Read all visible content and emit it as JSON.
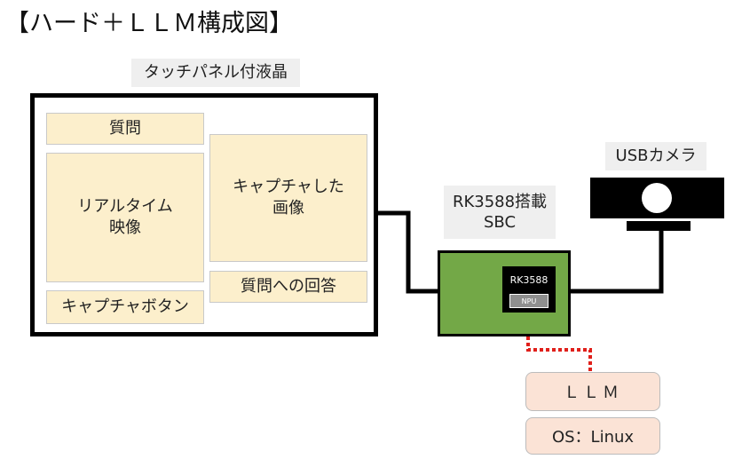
{
  "title": "【ハード＋ＬＬＭ構成図】",
  "display": {
    "label": "タッチパネル付液晶",
    "boxes": {
      "question": "質問",
      "live_video": "リアルタイム\n映像",
      "capture_button": "キャプチャボタン",
      "captured_image": "キャプチャした\n画像",
      "answer": "質問への回答"
    }
  },
  "sbc": {
    "label_line1": "RK3588搭載",
    "label_line2": "SBC",
    "chip_label": "RK3588",
    "npu_label": "NPU"
  },
  "camera": {
    "label": "USBカメラ"
  },
  "software": {
    "llm": "ＬＬＭ",
    "os": "OS：Linux"
  },
  "colors": {
    "panel_box": "#fcefcc",
    "sbc_board": "#73a847",
    "software_box": "#fbe3d6",
    "dotted_link": "#e0201b"
  }
}
